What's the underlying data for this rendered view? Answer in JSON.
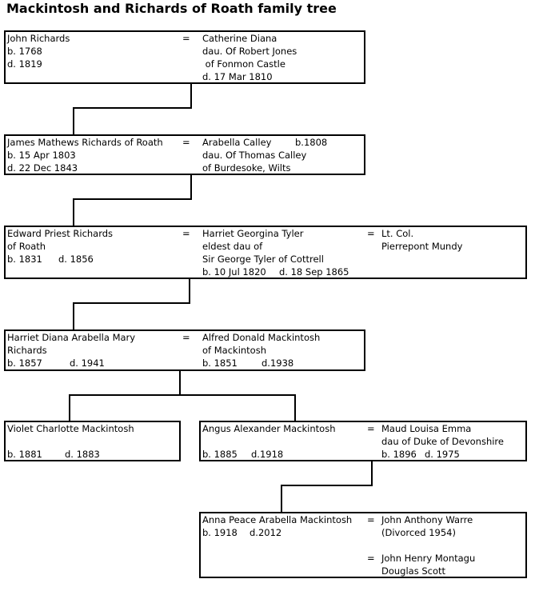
{
  "title": "Mackintosh and Richards of Roath family tree",
  "gen1": {
    "left": [
      "John Richards",
      "b. 1768",
      "d. 1819"
    ],
    "eq": "=",
    "right": [
      "Catherine Diana",
      "dau. Of Robert Jones",
      " of Fonmon Castle",
      "d. 17 Mar 1810"
    ]
  },
  "gen2": {
    "left": [
      "James Mathews Richards of Roath",
      "b. 15 Apr 1803",
      "d. 22 Dec 1843"
    ],
    "eq": "=",
    "right": [
      "Arabella Calley",
      "dau. Of Thomas Calley",
      "of Burdesoke, Wilts"
    ],
    "right_birth": "b.1808"
  },
  "gen3": {
    "left": [
      "Edward Priest Richards",
      "of Roath"
    ],
    "left_birth": "b. 1831",
    "left_death": "d. 1856",
    "eq": "=",
    "mid": [
      "Harriet Georgina Tyler",
      "eldest dau of",
      "Sir George Tyler of Cottrell"
    ],
    "mid_birth": "b. 10 Jul 1820",
    "mid_death": "d. 18 Sep 1865",
    "eq2": "=",
    "right": [
      "Lt. Col.",
      "Pierrepont Mundy"
    ]
  },
  "gen4": {
    "left": [
      "Harriet Diana Arabella Mary",
      "Richards"
    ],
    "left_birth": "b. 1857",
    "left_death": "d. 1941",
    "eq": "=",
    "right": [
      "Alfred Donald Mackintosh",
      "of Mackintosh"
    ],
    "right_birth": "b. 1851",
    "right_death": "d.1938"
  },
  "gen5a": {
    "name": "Violet Charlotte Mackintosh",
    "birth": "b. 1881",
    "death": "d. 1883"
  },
  "gen5b": {
    "name": "Angus Alexander Mackintosh",
    "birth": "b. 1885",
    "death": "d.1918",
    "eq": "=",
    "spouse": [
      "Maud Louisa Emma",
      "dau of Duke of Devonshire"
    ],
    "spouse_birth": "b. 1896",
    "spouse_death": "d. 1975"
  },
  "gen6": {
    "name": "Anna Peace Arabella Mackintosh",
    "birth": "b. 1918",
    "death": "d.2012",
    "eq": "=",
    "spouse1": [
      "John Anthony Warre",
      "(Divorced 1954)"
    ],
    "eq2": "=",
    "spouse2": [
      "John Henry Montagu",
      "Douglas Scott"
    ]
  }
}
